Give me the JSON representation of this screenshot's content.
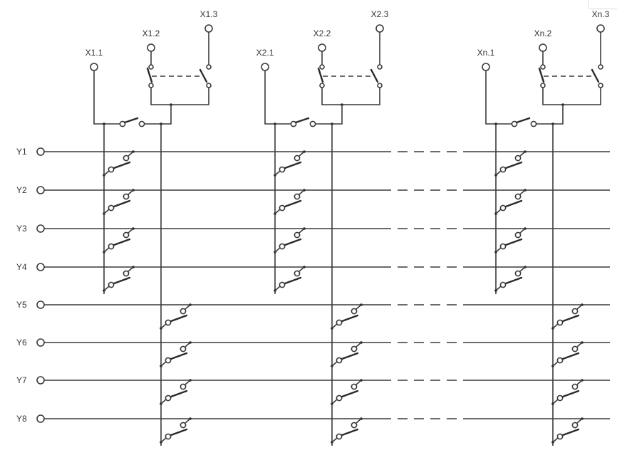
{
  "diagram": {
    "type": "switch-matrix-schematic",
    "row_labels": [
      "Y1",
      "Y2",
      "Y3",
      "Y4",
      "Y5",
      "Y6",
      "Y7",
      "Y8"
    ],
    "groups": [
      {
        "id": "group-1",
        "inputs": [
          "X1.1",
          "X1.2",
          "X1.3"
        ]
      },
      {
        "id": "group-2",
        "inputs": [
          "X2.1",
          "X2.2",
          "X2.3"
        ]
      },
      {
        "id": "group-n",
        "inputs": [
          "Xn.1",
          "Xn.2",
          "Xn.3"
        ]
      }
    ],
    "ellipsis_between": [
      "group-2",
      "group-n"
    ],
    "colors": {
      "line": "#3a3a3a",
      "background": "#ffffff",
      "text": "#333333"
    }
  }
}
